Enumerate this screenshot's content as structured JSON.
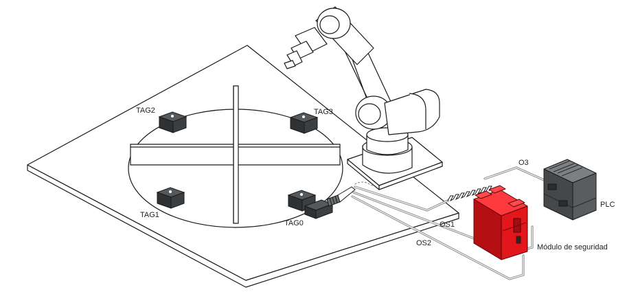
{
  "tags": {
    "tag0": "TAG0",
    "tag1": "TAG1",
    "tag2": "TAG2",
    "tag3": "TAG3"
  },
  "signals": {
    "os1": "OS1",
    "os2": "OS2",
    "o3": "O3"
  },
  "devices": {
    "plc": "PLC",
    "safety_module": "Módulo de seguridad"
  },
  "colors": {
    "line": "#1a1a1a",
    "cable": "#8a8a8a",
    "tag_block": "#3a3d40",
    "module_red": "#e3161b",
    "module_dark_red": "#9e0e12",
    "plc_body": "#5a5d60",
    "robot_fill": "#ffffff"
  }
}
